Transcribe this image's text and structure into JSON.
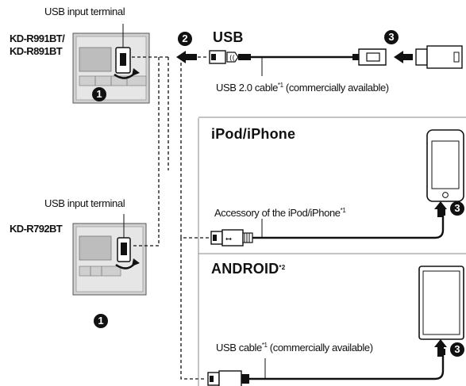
{
  "labels": {
    "usb_input_terminal_top": "USB input terminal",
    "usb_input_terminal_bottom": "USB input terminal",
    "model_top_line1": "KD-R991BT/",
    "model_top_line2": "KD-R891BT",
    "model_bottom": "KD-R792BT"
  },
  "sections": {
    "usb": {
      "title": "USB",
      "cable_text": "USB 2.0 cable",
      "cable_note": "*1",
      "cable_suffix": " (commercially available)"
    },
    "ipod": {
      "title": "iPod/iPhone",
      "cable_text": "Accessory of the iPod/iPhone",
      "cable_note": "*1"
    },
    "android": {
      "title": "ANDROID",
      "title_note": "*2",
      "cable_text": "USB cable",
      "cable_note": "*1",
      "cable_suffix": " (commercially available)"
    }
  },
  "steps": {
    "one": "1",
    "two": "2",
    "three": "3"
  },
  "colors": {
    "ink": "#111111",
    "unit_fill": "#c8c8c8",
    "unit_shade": "#9a9a9a",
    "divider": "#8a8a8a"
  }
}
